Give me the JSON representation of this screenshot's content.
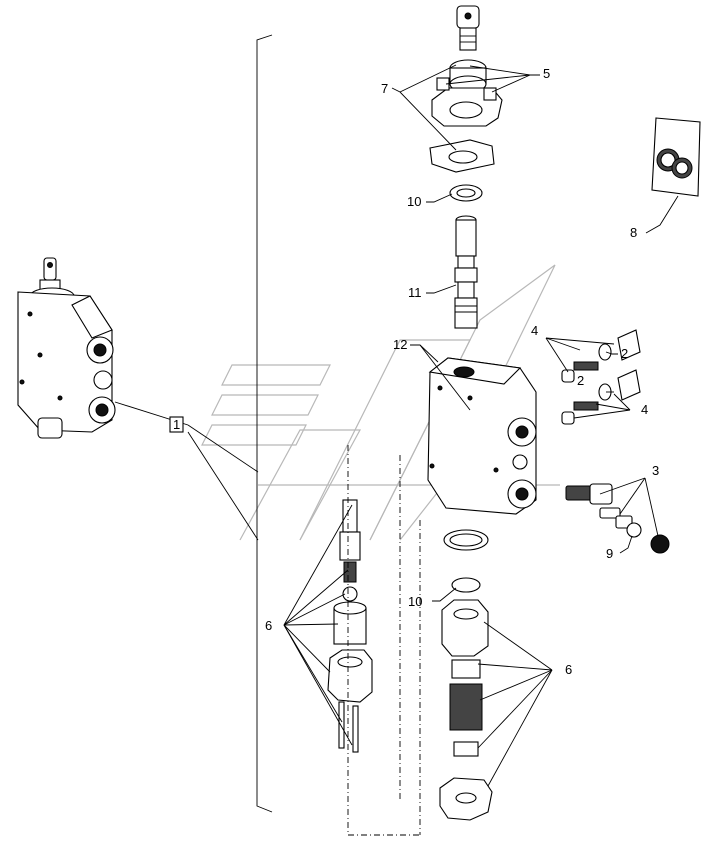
{
  "diagram": {
    "callouts": {
      "c1": "1",
      "c2a": "2",
      "c2b": "2",
      "c3": "3",
      "c4a": "4",
      "c4b": "4",
      "c5": "5",
      "c6a": "6",
      "c6b": "6",
      "c7": "7",
      "c8": "8",
      "c9": "9",
      "c10a": "10",
      "c10b": "10",
      "c11": "11",
      "c12": "12"
    }
  }
}
